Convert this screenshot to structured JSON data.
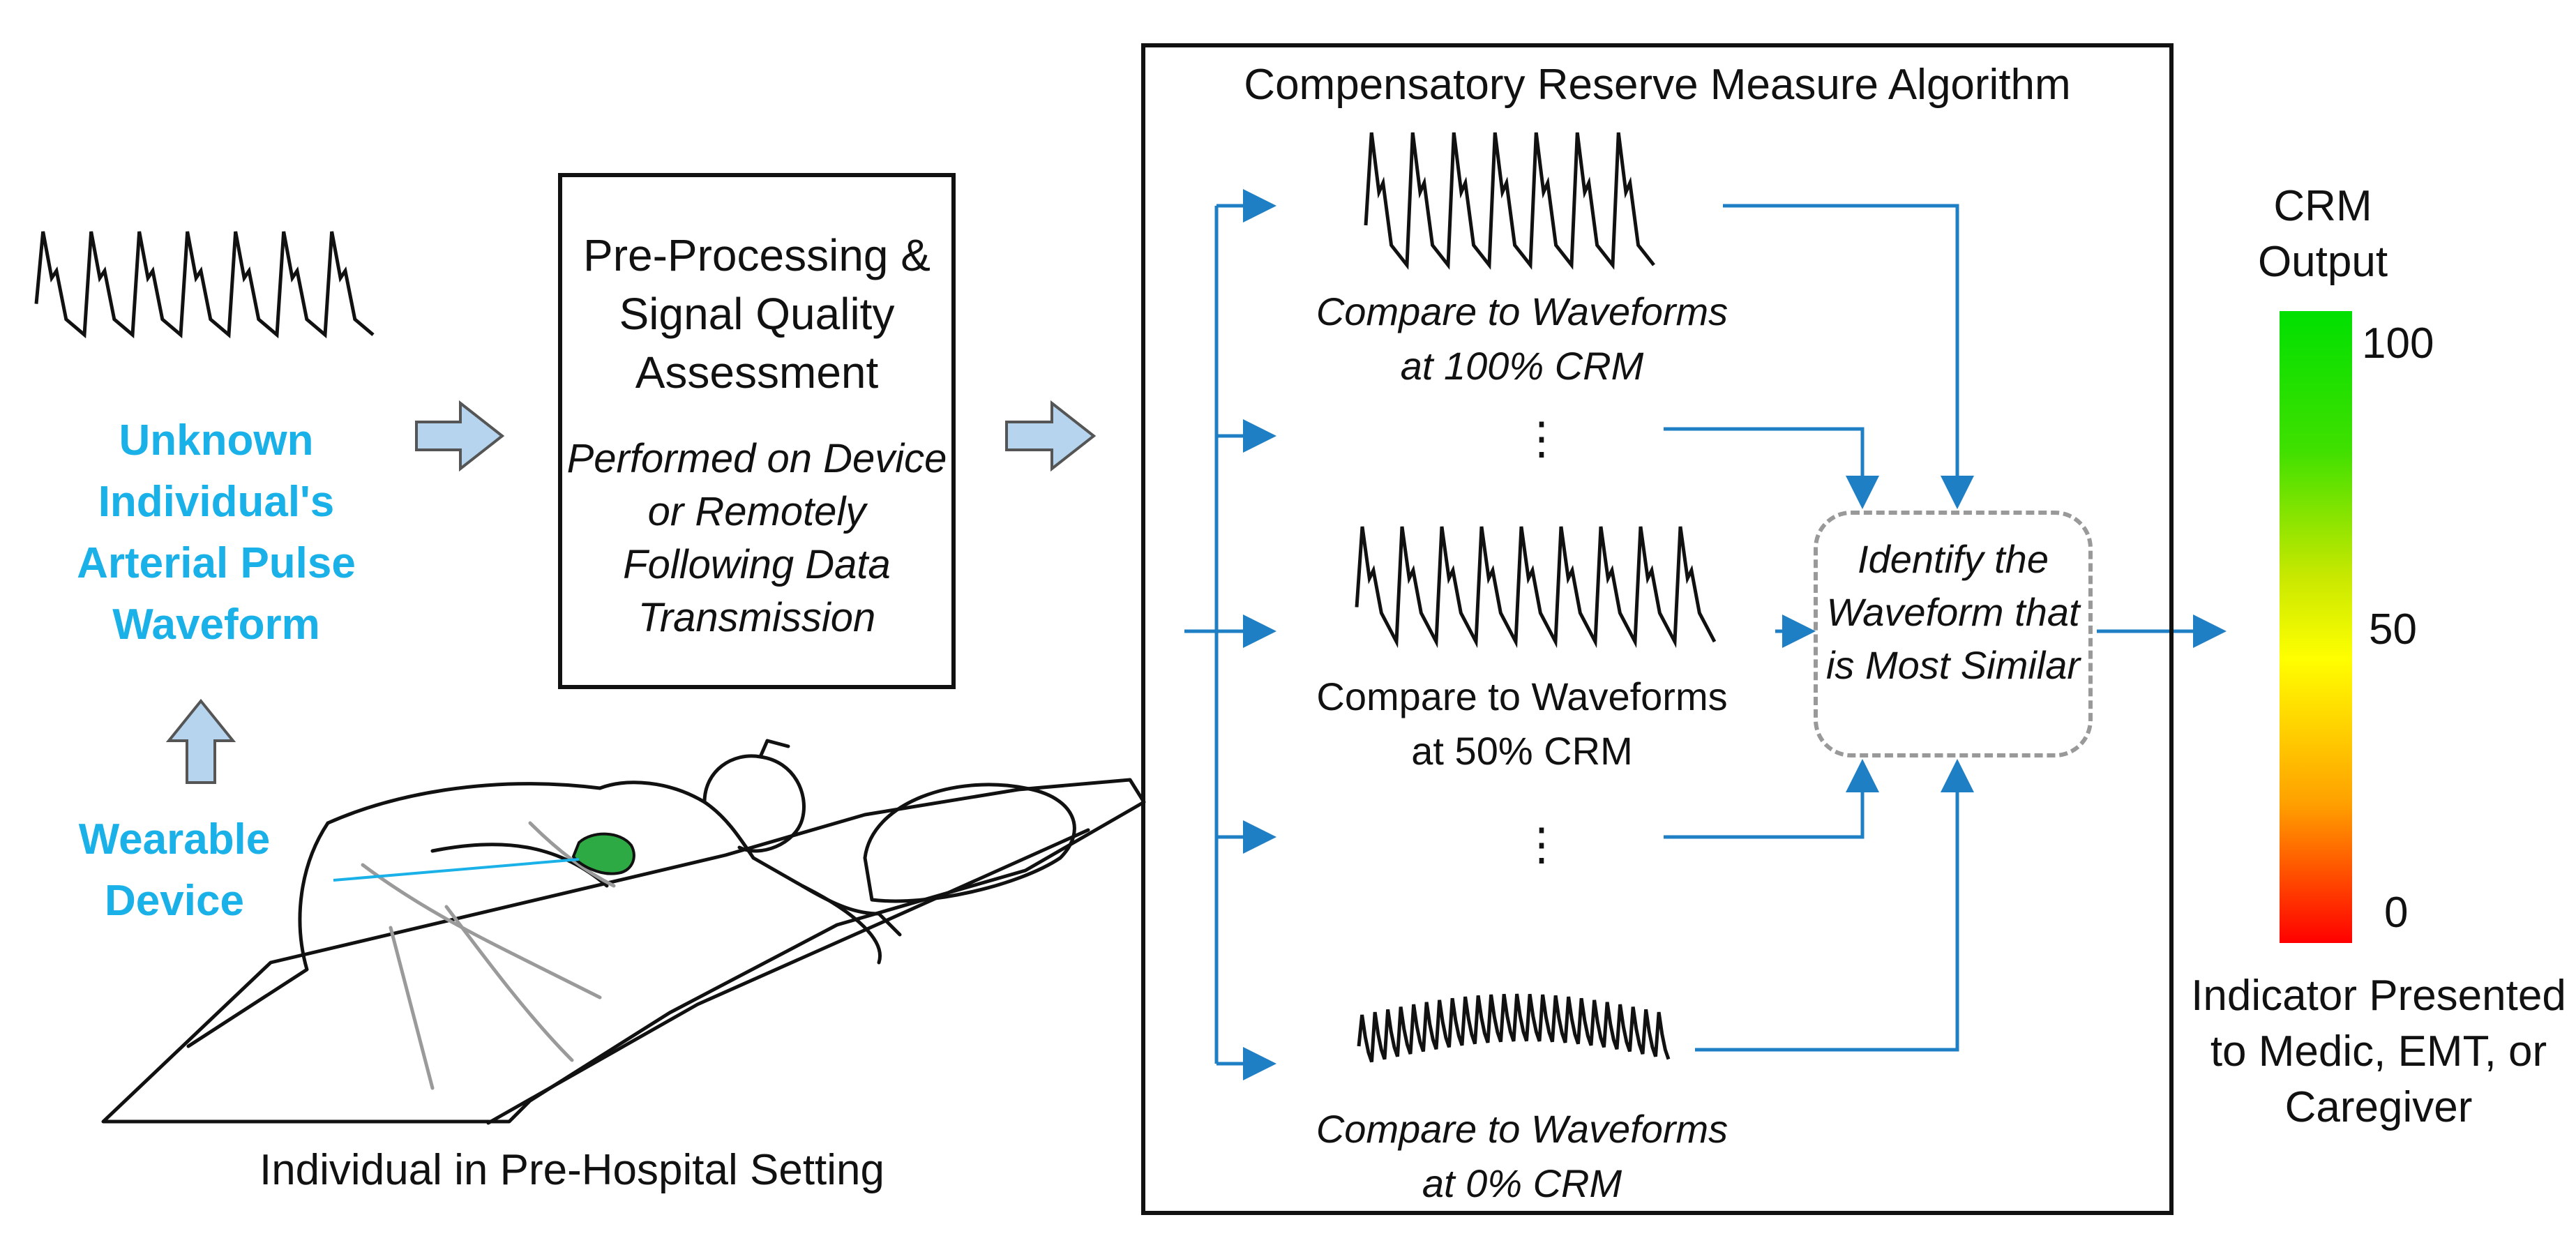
{
  "labels": {
    "waveform": "Unknown Individual's Arterial Pulse Waveform",
    "wearable": "Wearable Device",
    "setting": "Individual in Pre-Hospital Setting"
  },
  "preprocessing": {
    "title": "Pre-Processing & Signal Quality Assessment",
    "subtitle": "Performed on Device or Remotely Following Data Transmission"
  },
  "algorithm": {
    "title": "Compensatory Reserve Measure Algorithm",
    "compare_100": "Compare to Waveforms at 100% CRM",
    "compare_50": "Compare to Waveforms at 50% CRM",
    "compare_0": "Compare to Waveforms at 0% CRM",
    "ellipsis_1": "⋮",
    "ellipsis_2": "⋮",
    "identify": "Identify the Waveform that is Most Similar"
  },
  "output": {
    "title": "CRM Output",
    "ticks": [
      "100",
      "50",
      "0"
    ],
    "indicator": "Indicator Presented to Medic, EMT, or Caregiver"
  },
  "colors": {
    "accent_text": "#1ab0e8",
    "arrow_blue": "#1f7fc4",
    "block_arrow_fill": "#b7d4ee",
    "device_green": "#2eaa45"
  }
}
